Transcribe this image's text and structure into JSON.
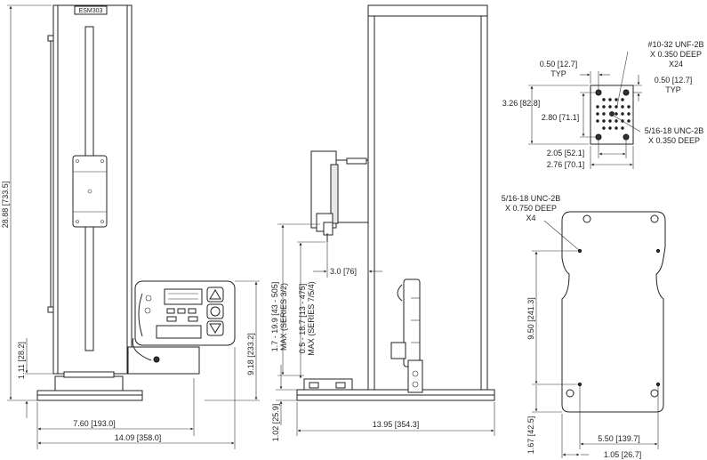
{
  "front_view": {
    "column_label": "ESM303",
    "dims": {
      "height": "28.88 [733.5]",
      "base_offset": "1.11 [28.2]",
      "width_to_controller": "7.60 [193.0]",
      "total_width": "14.09 [358.0]",
      "controller_height": "9.18 [233.2]"
    }
  },
  "side_view": {
    "dims": {
      "travel_series_32": "1.7 - 19.9 [43 - 505]",
      "travel_series_32_note": "MAX (SERIES 3/2)",
      "travel_series_754": "0.5 - 18.7 [13 - 475]",
      "travel_series_754_note": "MAX (SERIES 7/5/4)",
      "throat": "3.0 [76]",
      "base_height": "1.02 [25.9]",
      "depth": "13.95 [354.3]"
    }
  },
  "crosshead_detail": {
    "thread_note_1": "#10-32 UNF-2B",
    "thread_note_2": "X 0.350 DEEP",
    "thread_note_3": "X24",
    "typ_left": "0.50 [12.7]",
    "typ_left_note": "TYP",
    "typ_right": "0.50 [12.7]",
    "typ_right_note": "TYP",
    "height_outer": "3.26 [82.8]",
    "height_inner": "2.80 [71.1]",
    "center_thread_1": "5/16-18 UNC-2B",
    "center_thread_2": "X 0.350 DEEP",
    "width_inner": "2.05 [52.1]",
    "width_outer": "2.76 [70.1]"
  },
  "base_detail": {
    "thread_note_1": "5/16-18 UNC-2B",
    "thread_note_2": "X 0.750 DEEP",
    "thread_note_3": "X4",
    "hole_spacing_vertical": "9.50 [241.3]",
    "edge_offset_vertical": "1.67 [42.5]",
    "hole_spacing_horizontal": "5.50 [139.7]",
    "edge_offset_horizontal": "1.05 [26.7]"
  }
}
